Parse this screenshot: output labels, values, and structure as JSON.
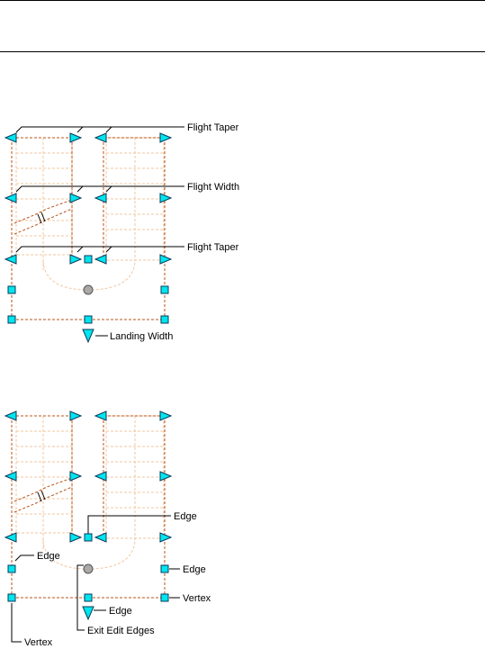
{
  "figure1": {
    "labels": {
      "flight_taper_top": "Flight Taper",
      "flight_width": "Flight Width",
      "flight_taper_mid": "Flight Taper",
      "landing_width": "Landing Width"
    }
  },
  "figure2": {
    "labels": {
      "edge_top": "Edge",
      "edge_left": "Edge",
      "edge_right": "Edge",
      "vertex_right": "Vertex",
      "edge_bottom": "Edge",
      "exit_edit_edges": "Exit Edit Edges",
      "vertex_left": "Vertex"
    }
  },
  "colors": {
    "grip": "#00e5ee",
    "boundary": "#b8541b",
    "stair_lines": "#f2c7a0",
    "center_grip": "#a9a9a9"
  }
}
